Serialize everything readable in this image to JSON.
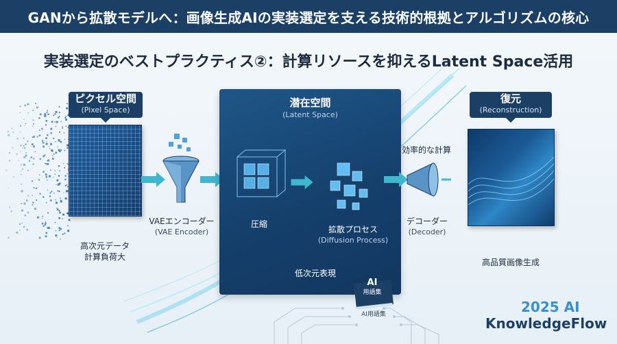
{
  "header": {
    "title": "GANから拡散モデルへ：画像生成AIの実装選定を支える技術的根拠とアルゴリズムの核心"
  },
  "subtitle": "実装選定のベストプラクティス②：計算リソースを抑えるLatent Space活用",
  "pixel_space": {
    "title": "ピクセル空間",
    "subtitle": "(Pixel Space)",
    "note_line1": "高次元データ",
    "note_line2": "計算負荷大"
  },
  "encoder": {
    "label": "VAEエンコーダー",
    "sublabel": "(VAE Encoder)"
  },
  "latent_space": {
    "title": "潜在空間",
    "subtitle": "(Latent Space)",
    "compress_label": "圧縮",
    "diffusion_label": "拡散プロセス",
    "diffusion_sublabel": "(Diffusion Process)",
    "low_dim_label": "低次元表現"
  },
  "decoder": {
    "label": "デコーダー",
    "sublabel": "(Decoder)",
    "efficient_label": "効率的な計算"
  },
  "reconstruction": {
    "title": "復元",
    "subtitle": "(Reconstruction)",
    "note": "高品質画像生成"
  },
  "book": {
    "title": "AI",
    "subtitle": "用語集",
    "caption": "AI用語集"
  },
  "brand": {
    "year": "2025 AI",
    "name": "KnowledgeFlow"
  },
  "colors": {
    "navy": "#1c3f66",
    "accent_blue": "#3b8fd0",
    "teal_arrow": "#3fb7cf"
  }
}
